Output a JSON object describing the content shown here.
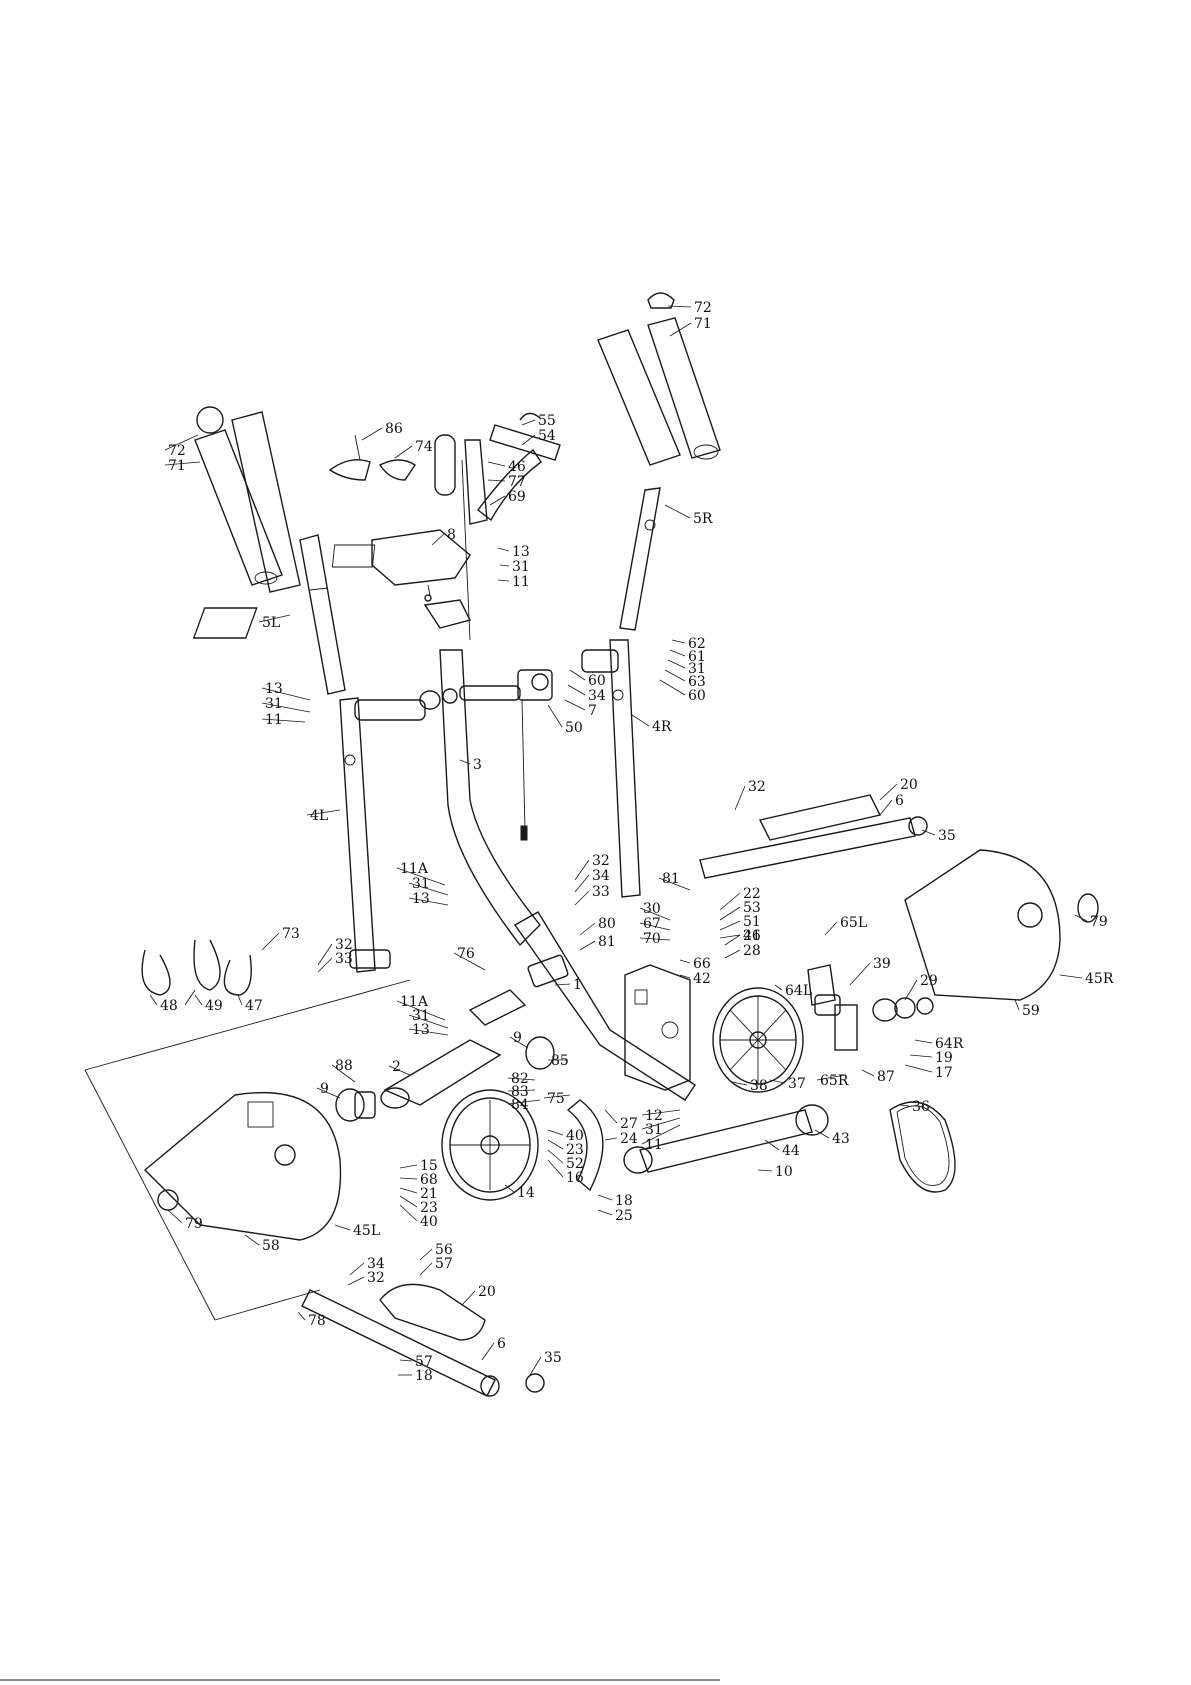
{
  "diagram": {
    "labels": [
      {
        "id": "72-right",
        "text": "72"
      },
      {
        "id": "71-right",
        "text": "71"
      },
      {
        "id": "55",
        "text": "55"
      },
      {
        "id": "54",
        "text": "54"
      },
      {
        "id": "5R",
        "text": "5R"
      },
      {
        "id": "86",
        "text": "86"
      },
      {
        "id": "74",
        "text": "74"
      },
      {
        "id": "72-left",
        "text": "72"
      },
      {
        "id": "71-left",
        "text": "71"
      },
      {
        "id": "46",
        "text": "46"
      },
      {
        "id": "77",
        "text": "77"
      },
      {
        "id": "69",
        "text": "69"
      },
      {
        "id": "8",
        "text": "8"
      },
      {
        "id": "13-top",
        "text": "13"
      },
      {
        "id": "31-top",
        "text": "31"
      },
      {
        "id": "11-top",
        "text": "11"
      },
      {
        "id": "5L",
        "text": "5L"
      },
      {
        "id": "62",
        "text": "62"
      },
      {
        "id": "61",
        "text": "61"
      },
      {
        "id": "31-r",
        "text": "31"
      },
      {
        "id": "63",
        "text": "63"
      },
      {
        "id": "60-a",
        "text": "60"
      },
      {
        "id": "60-b",
        "text": "60"
      },
      {
        "id": "34-a",
        "text": "34"
      },
      {
        "id": "7",
        "text": "7"
      },
      {
        "id": "13-left",
        "text": "13"
      },
      {
        "id": "31-left",
        "text": "31"
      },
      {
        "id": "11-left",
        "text": "11"
      },
      {
        "id": "50",
        "text": "50"
      },
      {
        "id": "4R",
        "text": "4R"
      },
      {
        "id": "3",
        "text": "3"
      },
      {
        "id": "20-top",
        "text": "20"
      },
      {
        "id": "6-top",
        "text": "6"
      },
      {
        "id": "32-top",
        "text": "32"
      },
      {
        "id": "35-top",
        "text": "35"
      },
      {
        "id": "4L",
        "text": "4L"
      },
      {
        "id": "11A-a",
        "text": "11A"
      },
      {
        "id": "31-m",
        "text": "31"
      },
      {
        "id": "13-m",
        "text": "13"
      },
      {
        "id": "32-m",
        "text": "32"
      },
      {
        "id": "34-m",
        "text": "34"
      },
      {
        "id": "33-m",
        "text": "33"
      },
      {
        "id": "81-a",
        "text": "81"
      },
      {
        "id": "22",
        "text": "22"
      },
      {
        "id": "53",
        "text": "53"
      },
      {
        "id": "51",
        "text": "51"
      },
      {
        "id": "26",
        "text": "26"
      },
      {
        "id": "30",
        "text": "30"
      },
      {
        "id": "67",
        "text": "67"
      },
      {
        "id": "70",
        "text": "70"
      },
      {
        "id": "41",
        "text": "41"
      },
      {
        "id": "28",
        "text": "28"
      },
      {
        "id": "66",
        "text": "66"
      },
      {
        "id": "42",
        "text": "42"
      },
      {
        "id": "80",
        "text": "80"
      },
      {
        "id": "81-b",
        "text": "81"
      },
      {
        "id": "79-right",
        "text": "79"
      },
      {
        "id": "65L",
        "text": "65L"
      },
      {
        "id": "45R",
        "text": "45R"
      },
      {
        "id": "73",
        "text": "73"
      },
      {
        "id": "32-low",
        "text": "32"
      },
      {
        "id": "33-low",
        "text": "33"
      },
      {
        "id": "48",
        "text": "48"
      },
      {
        "id": "49",
        "text": "49"
      },
      {
        "id": "47",
        "text": "47"
      },
      {
        "id": "76",
        "text": "76"
      },
      {
        "id": "1",
        "text": "1"
      },
      {
        "id": "39",
        "text": "39"
      },
      {
        "id": "29",
        "text": "29"
      },
      {
        "id": "64L",
        "text": "64L"
      },
      {
        "id": "59",
        "text": "59"
      },
      {
        "id": "11A-b",
        "text": "11A"
      },
      {
        "id": "31-b",
        "text": "31"
      },
      {
        "id": "13-b",
        "text": "13"
      },
      {
        "id": "9-a",
        "text": "9"
      },
      {
        "id": "85",
        "text": "85"
      },
      {
        "id": "88",
        "text": "88"
      },
      {
        "id": "2",
        "text": "2"
      },
      {
        "id": "82",
        "text": "82"
      },
      {
        "id": "83",
        "text": "83"
      },
      {
        "id": "84",
        "text": "84"
      },
      {
        "id": "75",
        "text": "75"
      },
      {
        "id": "37",
        "text": "37"
      },
      {
        "id": "64R",
        "text": "64R"
      },
      {
        "id": "19",
        "text": "19"
      },
      {
        "id": "17",
        "text": "17"
      },
      {
        "id": "65R",
        "text": "65R"
      },
      {
        "id": "87",
        "text": "87"
      },
      {
        "id": "9-b",
        "text": "9"
      },
      {
        "id": "38",
        "text": "38"
      },
      {
        "id": "36",
        "text": "36"
      },
      {
        "id": "12",
        "text": "12"
      },
      {
        "id": "31-c",
        "text": "31"
      },
      {
        "id": "11-c",
        "text": "11"
      },
      {
        "id": "27",
        "text": "27"
      },
      {
        "id": "24",
        "text": "24"
      },
      {
        "id": "43",
        "text": "43"
      },
      {
        "id": "40-a",
        "text": "40"
      },
      {
        "id": "23-a",
        "text": "23"
      },
      {
        "id": "52",
        "text": "52"
      },
      {
        "id": "16",
        "text": "16"
      },
      {
        "id": "44",
        "text": "44"
      },
      {
        "id": "10",
        "text": "10"
      },
      {
        "id": "15",
        "text": "15"
      },
      {
        "id": "68",
        "text": "68"
      },
      {
        "id": "21",
        "text": "21"
      },
      {
        "id": "23-b",
        "text": "23"
      },
      {
        "id": "40-b",
        "text": "40"
      },
      {
        "id": "14",
        "text": "14"
      },
      {
        "id": "18-a",
        "text": "18"
      },
      {
        "id": "25",
        "text": "25"
      },
      {
        "id": "79-left",
        "text": "79"
      },
      {
        "id": "45L",
        "text": "45L"
      },
      {
        "id": "58",
        "text": "58"
      },
      {
        "id": "56",
        "text": "56"
      },
      {
        "id": "57-a",
        "text": "57"
      },
      {
        "id": "34-low",
        "text": "34"
      },
      {
        "id": "32-b",
        "text": "32"
      },
      {
        "id": "20-low",
        "text": "20"
      },
      {
        "id": "78",
        "text": "78"
      },
      {
        "id": "6-low",
        "text": "6"
      },
      {
        "id": "35-low",
        "text": "35"
      },
      {
        "id": "57-b",
        "text": "57"
      },
      {
        "id": "18-b",
        "text": "18"
      }
    ]
  }
}
